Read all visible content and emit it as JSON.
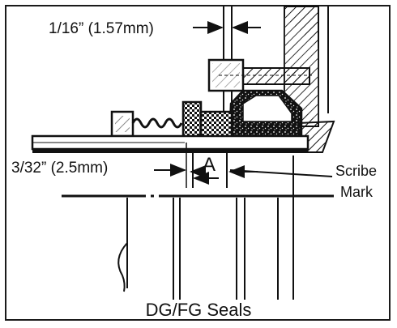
{
  "diagram": {
    "dimension_top": "1/16” (1.57mm)",
    "dimension_left": "3/32” (2.5mm)",
    "label_a": "A",
    "scribe_line_1": "Scribe",
    "scribe_line_2": "Mark",
    "caption": "DG/FG Seals"
  },
  "colors": {
    "ink": "#111111",
    "background": "#ffffff"
  }
}
